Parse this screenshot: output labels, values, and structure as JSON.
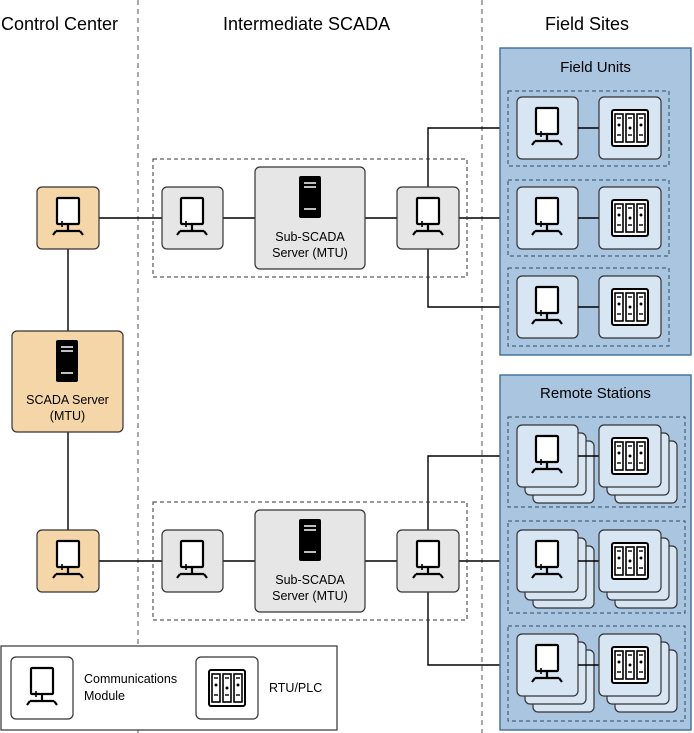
{
  "columns": {
    "control_center": "Control Center",
    "intermediate": "Intermediate SCADA",
    "field_sites": "Field Sites"
  },
  "scada_server": {
    "line1": "SCADA Server",
    "line2": "(MTU)"
  },
  "sub_scada": {
    "line1": "Sub-SCADA",
    "line2": "Server (MTU)"
  },
  "panels": {
    "field_units": "Field Units",
    "remote_stations": "Remote Stations"
  },
  "legend": {
    "comm_line1": "Communications",
    "comm_line2": "Module",
    "rtu": "RTU/PLC"
  },
  "colors": {
    "control_fill": "#f5d6a9",
    "comm_fill": "#e6e6e6",
    "panel_fill": "#a9c5e0",
    "field_fill": "#d7e6f2"
  }
}
